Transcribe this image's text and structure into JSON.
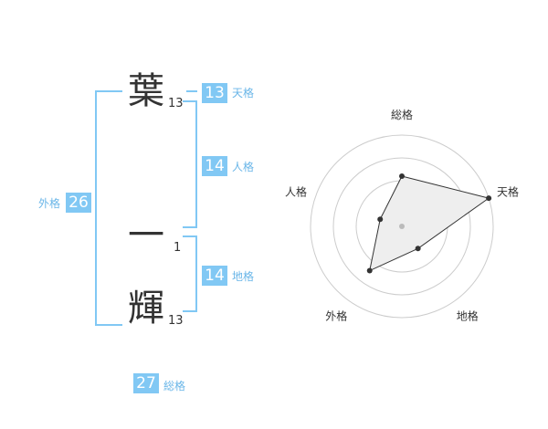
{
  "name": {
    "chars": [
      {
        "char": "葉",
        "strokes": "13"
      },
      {
        "char": "一",
        "strokes": "1"
      },
      {
        "char": "輝",
        "strokes": "13"
      }
    ]
  },
  "fortunes": {
    "tenkaku": {
      "value": "13",
      "label": "天格"
    },
    "jinkaku": {
      "value": "14",
      "label": "人格"
    },
    "chikaku": {
      "value": "14",
      "label": "地格"
    },
    "gaikaku": {
      "value": "26",
      "label": "外格"
    },
    "soukaku": {
      "value": "27",
      "label": "総格"
    }
  },
  "chart_data": {
    "type": "radar",
    "axes": [
      "総格",
      "天格",
      "地格",
      "外格",
      "人格"
    ],
    "values": [
      0.55,
      1.0,
      0.3,
      0.6,
      0.25
    ],
    "rings": 4,
    "colors": {
      "fill": "#eeeeee",
      "line": "#333333",
      "grid": "#cccccc",
      "center": "#bbbbbb"
    }
  }
}
